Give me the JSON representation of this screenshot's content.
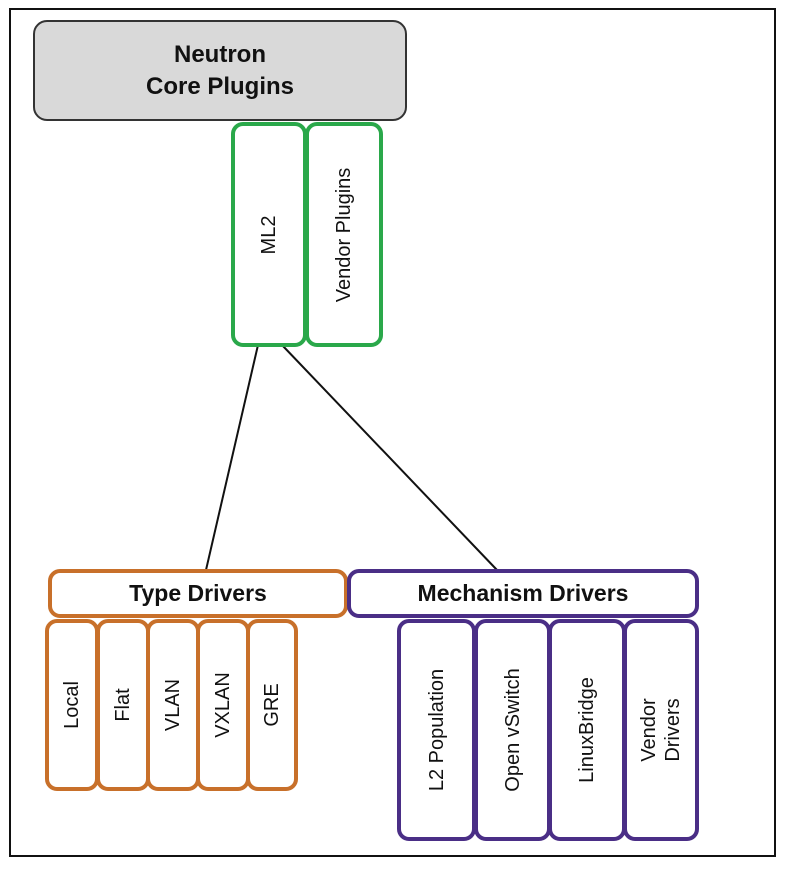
{
  "core": {
    "line1": "Neutron",
    "line2": "Core Plugins"
  },
  "plugins": {
    "ml2": "ML2",
    "vendor": "Vendor Plugins"
  },
  "type_drivers": {
    "title": "Type Drivers",
    "items": [
      "Local",
      "Flat",
      "VLAN",
      "VXLAN",
      "GRE"
    ]
  },
  "mechanism_drivers": {
    "title": "Mechanism Drivers",
    "items": [
      "L2 Population",
      "Open vSwitch",
      "LinuxBridge"
    ],
    "vendor_line1": "Vendor",
    "vendor_line2": "Drivers"
  },
  "colors": {
    "green": "#2aa84a",
    "orange": "#c8702a",
    "purple": "#4a2e86",
    "core_fill": "#d9d9d9"
  }
}
